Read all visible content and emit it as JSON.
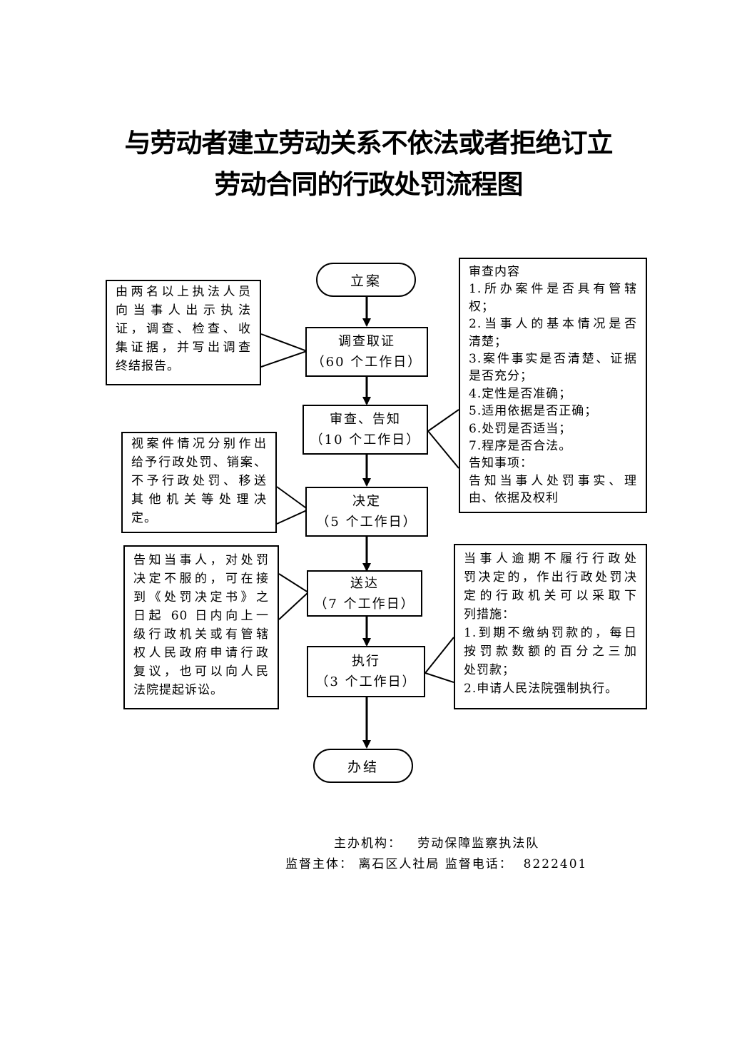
{
  "title": {
    "line1": "与劳动者建立劳动关系不依法或者拒绝订立",
    "line2": "劳动合同的行政处罚流程图"
  },
  "start": "立案",
  "end": "办结",
  "steps": [
    {
      "name": "调查取证",
      "days": "（60 个工作日）"
    },
    {
      "name": "审查、告知",
      "days": "（10 个工作日）"
    },
    {
      "name": "决定",
      "days": "（5 个工作日）"
    },
    {
      "name": "送达",
      "days": "（7 个工作日）"
    },
    {
      "name": "执行",
      "days": "（3 个工作日）"
    }
  ],
  "notes": {
    "investigation": [
      "由两名以上执法人员",
      "向当事人出示执法",
      "证，调查、检查、收",
      "集证据，并写出调查",
      "终结报告。"
    ],
    "review": [
      "审查内容",
      "1.所办案件是否具有管辖",
      "权；",
      "2.当事人的基本情况是否",
      "清楚；",
      "3.案件事实是否清楚、证据",
      "是否充分；",
      "4.定性是否准确；",
      "5.适用依据是否正确；",
      "6.处罚是否适当；",
      "7.程序是否合法。",
      "告知事项：",
      "告知当事人处罚事实、理",
      "由、依据及权利"
    ],
    "decision": [
      "视案件情况分别作出",
      "给予行政处罚、销案、",
      "不予行政处罚、移送",
      "其他机关等处理决",
      "定。"
    ],
    "delivery": [
      "告知当事人，对处罚",
      "决定不服的，可在接",
      "到《处罚决定书》之",
      "日起 60 日内向上一",
      "级行政机关或有管辖",
      "权人民政府申请行政",
      "复议，也可以向人民",
      "法院提起诉讼。"
    ],
    "execution": [
      "当事人逾期不履行行政处",
      "罚决定的，作出行政处罚决",
      "定的行政机关可以采取下",
      "列措施：",
      "1.到期不缴纳罚款的，每日",
      "按罚款数额的百分之三加",
      "处罚款；",
      "2.申请人民法院强制执行。"
    ]
  },
  "footer": {
    "organizer_label": "主办机构：",
    "organizer": "劳动保障监察执法队",
    "supervisor_label": "监督主体：",
    "supervisor": "离石区人社局",
    "phone_label": "监督电话：",
    "phone": "8222401"
  }
}
